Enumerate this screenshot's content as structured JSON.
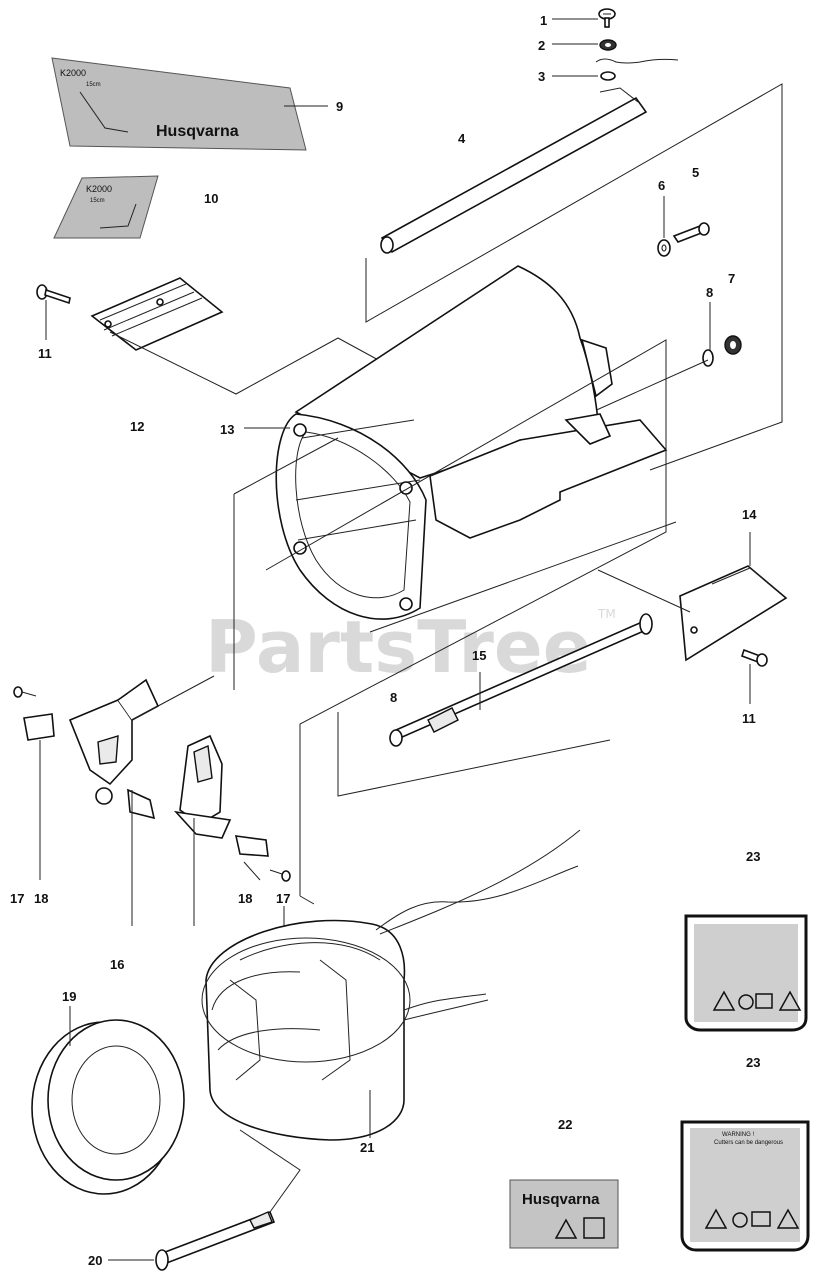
{
  "watermark": {
    "text": "PartsTree",
    "tm": "TM"
  },
  "callouts": [
    "1",
    "2",
    "3",
    "4",
    "5",
    "6",
    "7",
    "8",
    "9",
    "10",
    "11",
    "12",
    "13",
    "14",
    "15",
    "8",
    "11",
    "17",
    "18",
    "16",
    "18",
    "17",
    "19",
    "20",
    "21",
    "22",
    "23",
    "23"
  ],
  "decals": {
    "decal_9_model": "K2000",
    "decal_9_sub": "15cm",
    "decal_9_brand": "Husqvarna",
    "decal_10_model": "K2000",
    "decal_10_sub": "15cm",
    "decal_22_brand": "Husqvarna",
    "decal_23b_title": "WARNING !",
    "decal_23b_sub": "Cutters can be dangerous"
  },
  "colors": {
    "line": "#111111",
    "watermark": "#d9d9d9",
    "decal_fill": "#bdbdbd"
  }
}
